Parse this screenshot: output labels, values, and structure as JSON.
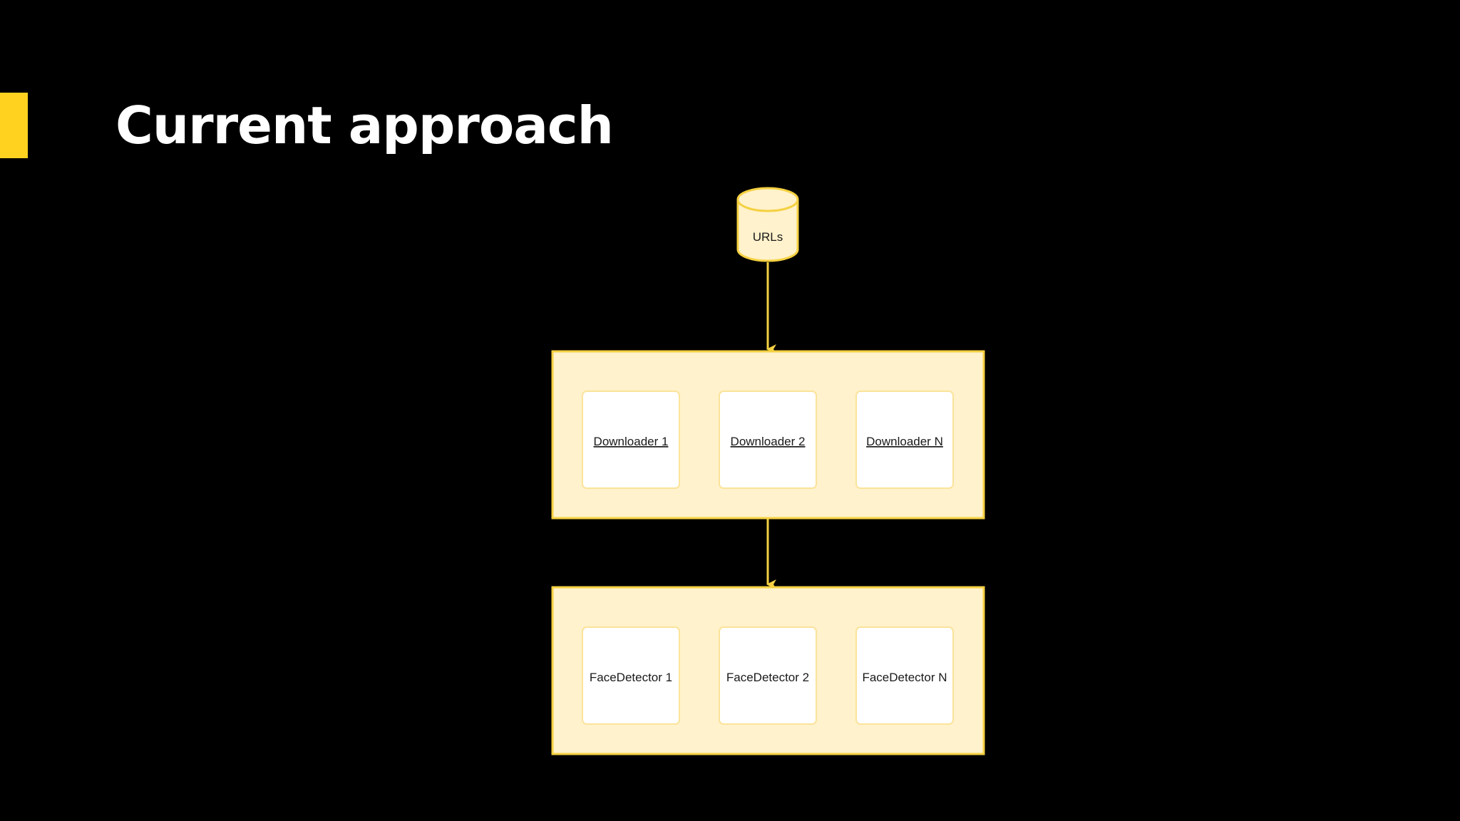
{
  "slide": {
    "title": "Current approach"
  },
  "colors": {
    "background": "#000000",
    "accent": "#ffd21f",
    "container_fill": "#fff2cc",
    "container_stroke": "#f5d142",
    "node_fill": "#ffffff",
    "arrow": "#f5d142"
  },
  "diagram": {
    "database": {
      "label": "URLs"
    },
    "downloaders": {
      "items": [
        {
          "label": "Downloader 1"
        },
        {
          "label": "Downloader 2"
        },
        {
          "label": "Downloader N"
        }
      ]
    },
    "face_detectors": {
      "items": [
        {
          "label": "FaceDetector 1"
        },
        {
          "label": "FaceDetector 2"
        },
        {
          "label": "FaceDetector N"
        }
      ]
    }
  }
}
